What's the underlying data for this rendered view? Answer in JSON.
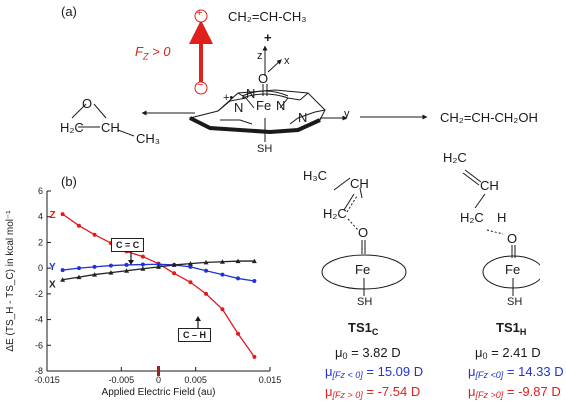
{
  "panel_a": {
    "label": "(a)",
    "field_label": "F",
    "field_sub": "Z",
    "field_cond": " > 0",
    "plus_sign": "+",
    "minus_sign": "−",
    "propene": "CH₂=CH-CH₃",
    "plus_join": "+",
    "axis_z": "z",
    "axis_x": "x",
    "axis_y": "y",
    "atom_o": "O",
    "atom_fe": "Fe",
    "atom_n": "N",
    "radical": "+•",
    "thiolate": "SH",
    "epoxide_h2c": "H₂C",
    "epoxide_ch": "CH",
    "epoxide_ch3": "CH₃",
    "epoxide_o": "O",
    "allyl_alcohol": "CH₂=CH-CH₂OH"
  },
  "panel_b": {
    "label": "(b)",
    "box_cc": "C = C",
    "box_ch": "C – H",
    "ts_c": {
      "h3c": "H₃C",
      "ch": "CH",
      "h2c": "H₂C",
      "o": "O",
      "fe": "Fe",
      "sh": "SH",
      "name": "TS1",
      "sub": "C",
      "mu0_sym": "μ",
      "mu0_sub": "0",
      "mu0_val": "= 3.82 D",
      "mu_neg_sub": "[Fz < 0]",
      "mu_neg_val": "= 15.09 D",
      "mu_pos_sub": "[Fz > 0]",
      "mu_pos_val": "= -7.54 D"
    },
    "ts_h": {
      "h2c_top": "H₂C",
      "ch": "CH",
      "h2c": "H₂C",
      "h": "H",
      "o": "O",
      "fe": "Fe",
      "sh": "SH",
      "name": "TS1",
      "sub": "H",
      "mu0_sym": "μ",
      "mu0_sub": "0",
      "mu0_val": "= 2.41 D",
      "mu_neg_sub": "[Fz <0]",
      "mu_neg_val": "= 14.33 D",
      "mu_pos_sub": "[Fz >0]",
      "mu_pos_val": "= -9.87 D"
    }
  },
  "chart_data": {
    "type": "line",
    "xlabel": "Applied Electric Field (au)",
    "ylabel": "ΔE (TS_H - TS_C) in kcal mol⁻¹",
    "xlim": [
      -0.015,
      0.015
    ],
    "ylim": [
      -8,
      6
    ],
    "x_ticks": [
      "-0.015",
      "-0.005",
      "0",
      "0.005",
      "0.015"
    ],
    "x_tick_values": [
      -0.015,
      -0.005,
      0,
      0.005,
      0.015
    ],
    "y_ticks": [
      "6",
      "4",
      "2",
      "0",
      "-2",
      "-4",
      "-6",
      "-8"
    ],
    "y_tick_values": [
      6,
      4,
      2,
      0,
      -2,
      -4,
      -6,
      -8
    ],
    "x": [
      -0.0129,
      -0.0107,
      -0.0086,
      -0.0064,
      -0.0043,
      -0.0021,
      0.0,
      0.0021,
      0.0043,
      0.0064,
      0.0086,
      0.0107,
      0.0129
    ],
    "series": [
      {
        "name": "Z",
        "color": "#e31a1c",
        "values": [
          4.2,
          3.3,
          2.6,
          1.95,
          1.3,
          0.9,
          0.35,
          -0.4,
          -1.1,
          -2.0,
          -3.2,
          -5.1,
          -6.9
        ]
      },
      {
        "name": "Y",
        "color": "#1f33d6",
        "values": [
          -0.15,
          0.0,
          0.1,
          0.2,
          0.25,
          0.28,
          0.3,
          0.25,
          0.1,
          -0.2,
          -0.5,
          -0.8,
          -1.0
        ]
      },
      {
        "name": "X",
        "color": "#222222",
        "values": [
          -0.9,
          -0.7,
          -0.5,
          -0.35,
          -0.2,
          -0.05,
          0.1,
          0.25,
          0.35,
          0.45,
          0.5,
          0.55,
          0.55
        ]
      }
    ],
    "zero_marker_color": "#a0201c"
  }
}
